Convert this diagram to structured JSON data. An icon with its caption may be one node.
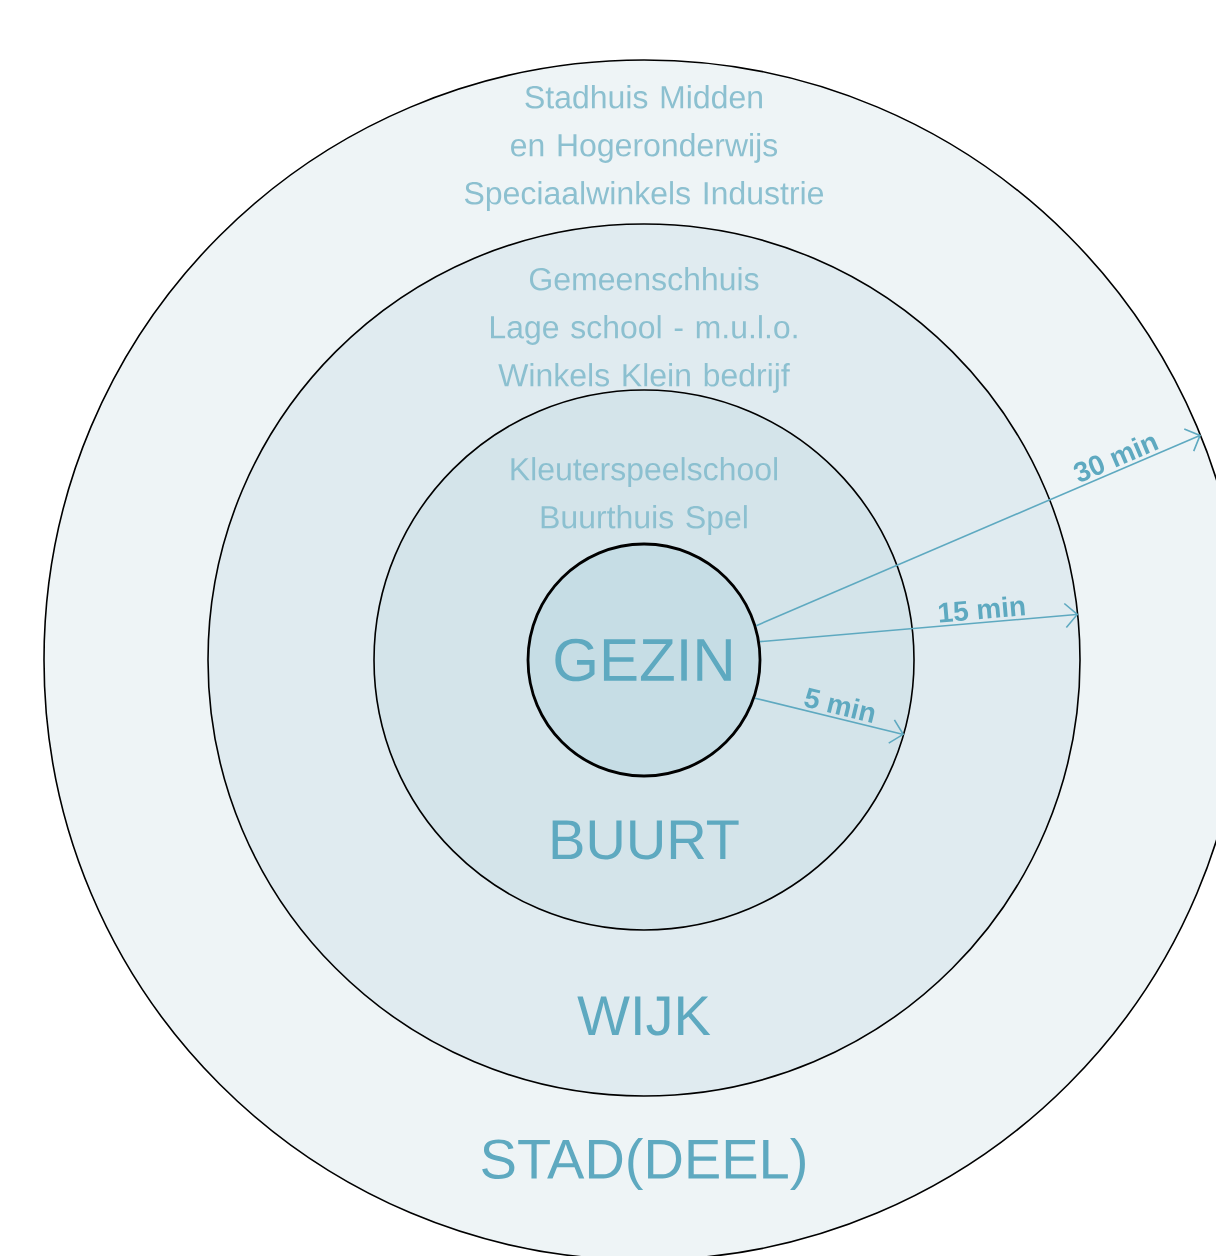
{
  "diagram": {
    "nodes": [
      {
        "text": [
          "Stadhuis Midden en Hogeronderwijs Speciaalwinkels Industrie",
          "STAD(DEEL)"
        ]
      },
      {
        "text": [
          "Gemeenschhuis Lage school - m.u.l.o. Winkels Klein bedrijf",
          "WIJK"
        ],
        "in": 0
      },
      {
        "text": [
          "Kleuterspeelschool Buurthuis Spel",
          "BUURT"
        ],
        "in": 1
      },
      {
        "text": [
          "GEZIN"
        ],
        "in": 2
      }
    ],
    "edges": [
      {
        "from": 3,
        "to": 0,
        "arrow": "to",
        "label": "30 min"
      },
      {
        "from": 3,
        "to": 1,
        "arrow": "to",
        "label": "15 min"
      },
      {
        "from": 3,
        "to": 2,
        "arrow": "to",
        "label": "5 min"
      }
    ]
  }
}
